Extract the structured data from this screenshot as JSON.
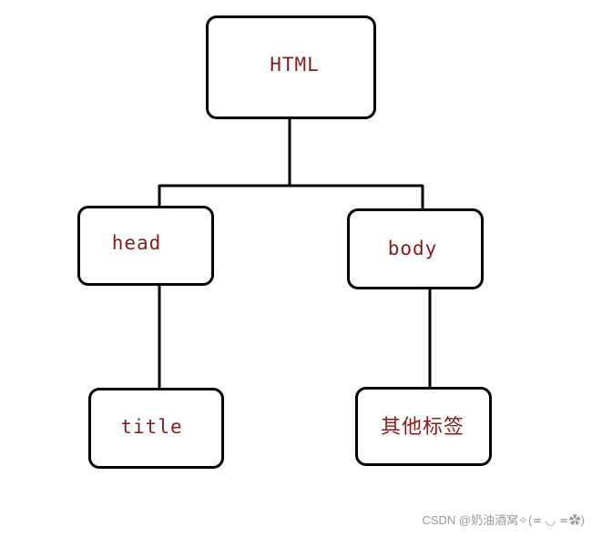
{
  "diagram": {
    "nodes": {
      "html": "HTML",
      "head": "head",
      "body": "body",
      "title": "title",
      "other": "其他标签"
    },
    "colors": {
      "border": "#000000",
      "label": "#8b1a1a",
      "connector": "#000000"
    }
  },
  "watermark": "CSDN @奶油酒窝✧(≖ ◡ ≖✿)"
}
